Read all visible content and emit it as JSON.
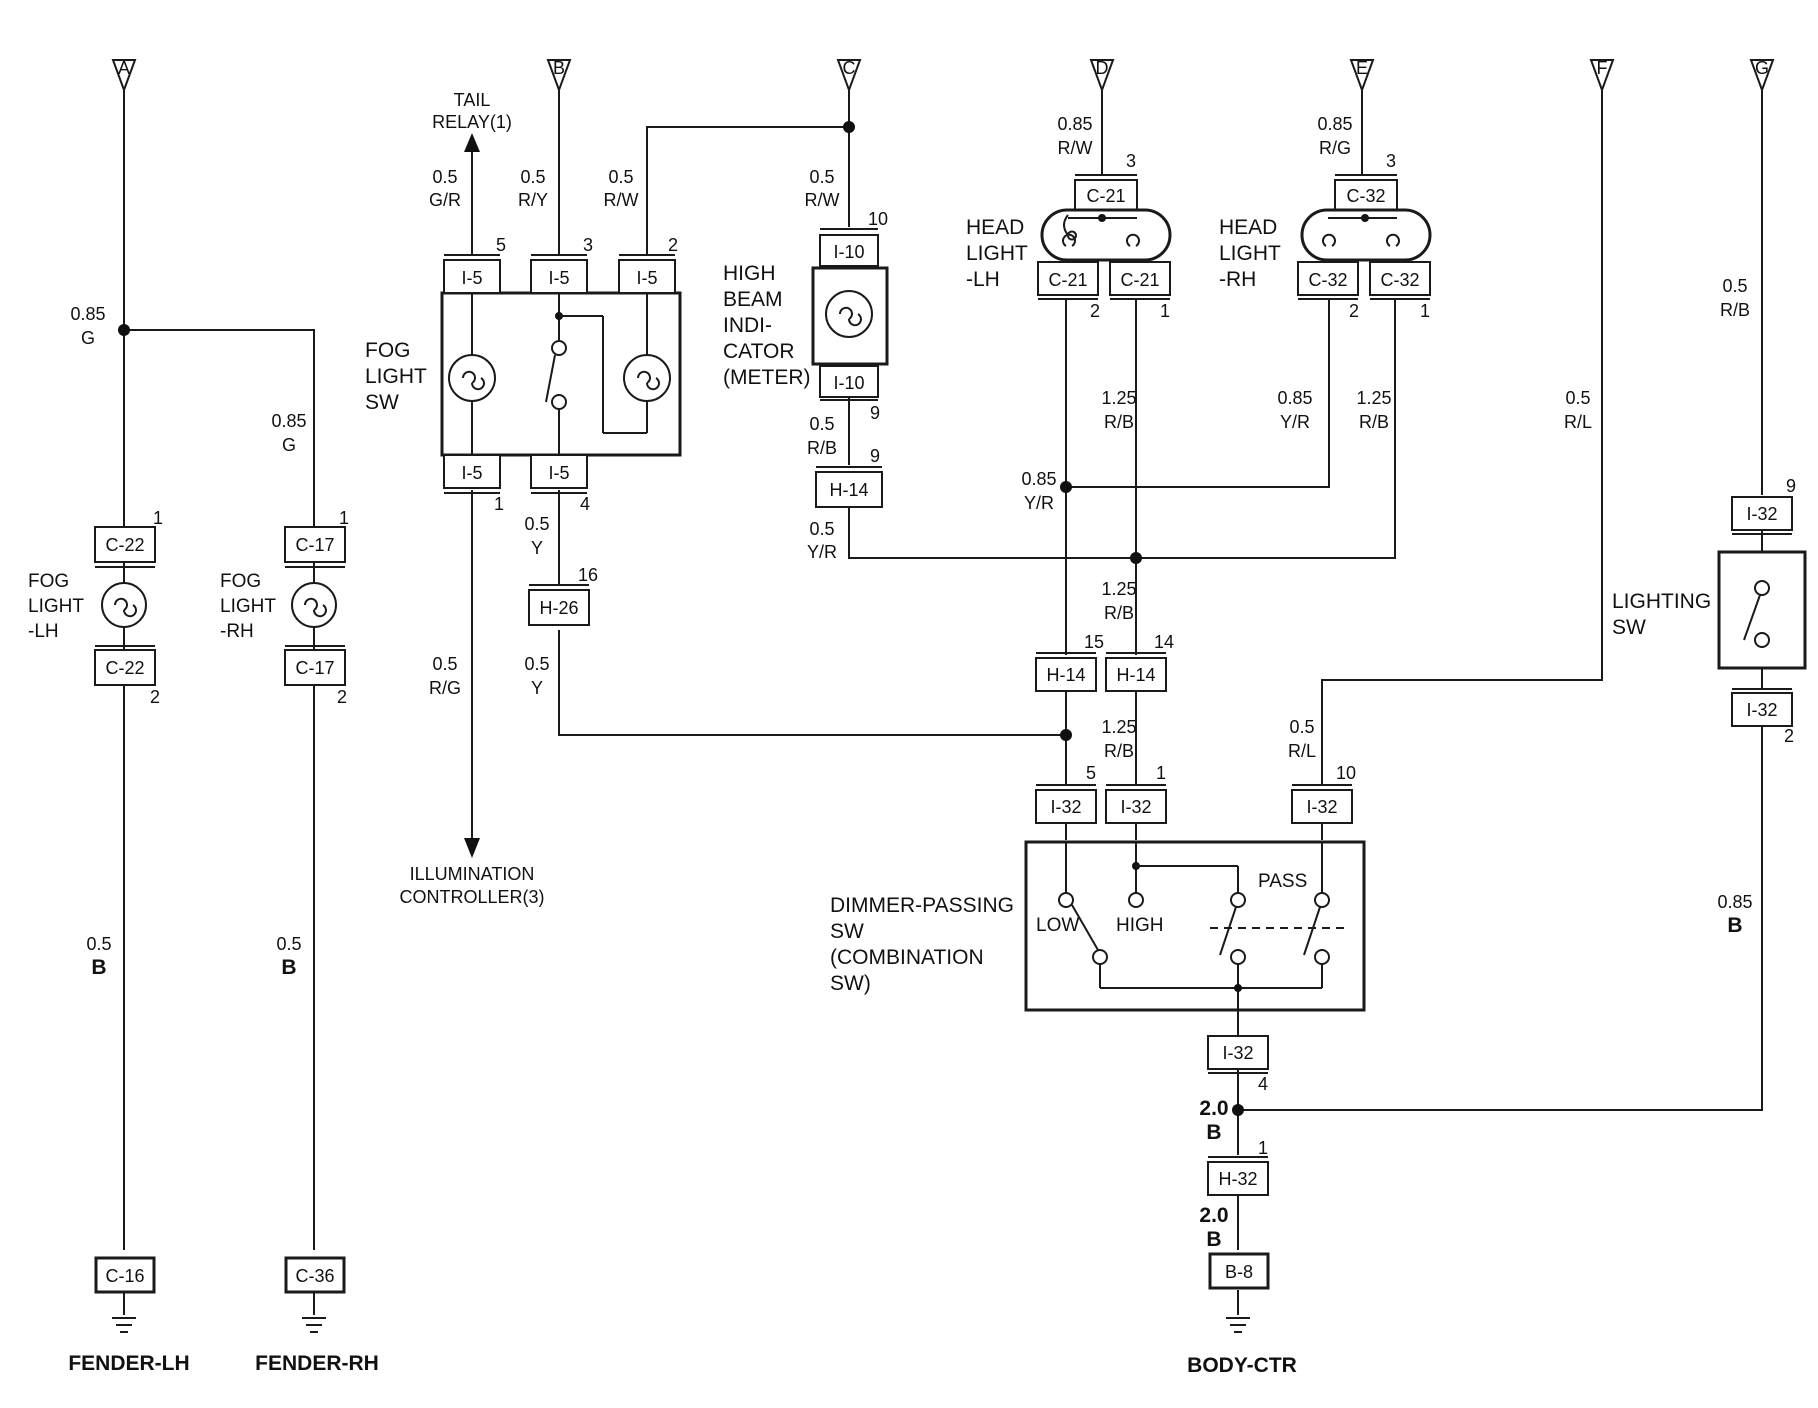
{
  "terminals": [
    "A",
    "B",
    "C",
    "D",
    "E",
    "F",
    "G"
  ],
  "components": {
    "tail_relay": [
      "TAIL",
      "RELAY(1)"
    ],
    "fog_light_sw": [
      "FOG",
      "LIGHT",
      "SW"
    ],
    "high_beam": [
      "HIGH",
      "BEAM",
      "INDI-",
      "CATOR",
      "(METER)"
    ],
    "head_light_lh": [
      "HEAD",
      "LIGHT",
      "-LH"
    ],
    "head_light_rh": [
      "HEAD",
      "LIGHT",
      "-RH"
    ],
    "fog_light_lh": [
      "FOG",
      "LIGHT",
      "-LH"
    ],
    "fog_light_rh": [
      "FOG",
      "LIGHT",
      "-RH"
    ],
    "lighting_sw": [
      "LIGHTING",
      "SW"
    ],
    "dimmer_sw": [
      "DIMMER-PASSING",
      "SW",
      "(COMBINATION",
      "SW)"
    ],
    "illumination": [
      "ILLUMINATION",
      "CONTROLLER(3)"
    ],
    "sw_low": "LOW",
    "sw_high": "HIGH",
    "sw_pass": "PASS"
  },
  "connectors": {
    "c22": "C-22",
    "c17": "C-17",
    "c16": "C-16",
    "c36": "C-36",
    "i5": "I-5",
    "i10": "I-10",
    "h14": "H-14",
    "h26": "H-26",
    "c21": "C-21",
    "c32": "C-32",
    "i32": "I-32",
    "h32": "H-32",
    "b8": "B-8"
  },
  "wires": {
    "g085": [
      "0.85",
      "G"
    ],
    "b05": [
      "0.5",
      "B"
    ],
    "gr05": [
      "0.5",
      "G/R"
    ],
    "ry05": [
      "0.5",
      "R/Y"
    ],
    "rw05": [
      "0.5",
      "R/W"
    ],
    "rg05": [
      "0.5",
      "R/G"
    ],
    "y05": [
      "0.5",
      "Y"
    ],
    "rb05": [
      "0.5",
      "R/B"
    ],
    "yr05": [
      "0.5",
      "Y/R"
    ],
    "rw085": [
      "0.85",
      "R/W"
    ],
    "rg085": [
      "0.85",
      "R/G"
    ],
    "rb125": [
      "1.25",
      "R/B"
    ],
    "yr085": [
      "0.85",
      "Y/R"
    ],
    "rl05": [
      "0.5",
      "R/L"
    ],
    "b085": [
      "0.85",
      "B"
    ],
    "b20": [
      "2.0",
      "B"
    ]
  },
  "pins": [
    "1",
    "2",
    "3",
    "4",
    "5",
    "9",
    "10",
    "14",
    "15",
    "16"
  ],
  "grounds": {
    "fender_lh": "FENDER-LH",
    "fender_rh": "FENDER-RH",
    "body_ctr": "BODY-CTR"
  }
}
